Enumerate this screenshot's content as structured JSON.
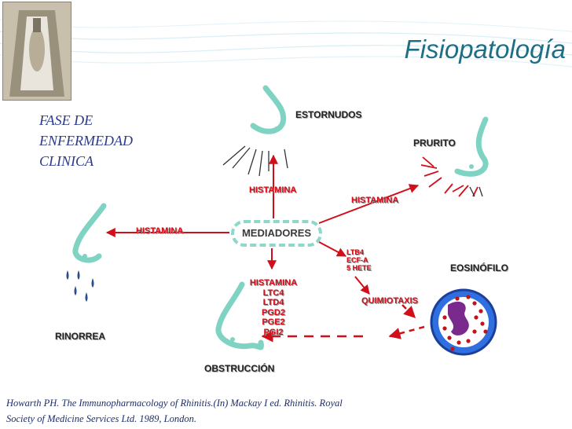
{
  "title": "Fisiopatología",
  "phase_label": [
    "FASE DE",
    "ENFERMEDAD",
    "CLINICA"
  ],
  "center": "MEDIADORES",
  "labels": {
    "estornudos": "ESTORNUDOS",
    "prurito": "PRURITO",
    "rinorrea": "RINORREA",
    "obstruccion": "OBSTRUCCIÓN",
    "eosinofilo": "EOSINÓFILO",
    "histamina_top": "HISTAMINA",
    "histamina_right": "HISTAMINA",
    "histamina_left": "HISTAMINA",
    "quimiotaxis": "QUIMIOTAXIS"
  },
  "bottom_mediators": [
    "HISTAMINA",
    "LTC4",
    "LTD4",
    "PGD2",
    "PGE2",
    "PGI2"
  ],
  "eosinophil_mediators": [
    "LTB4",
    "ECF-A",
    "5 HETE"
  ],
  "reference": [
    "Howarth PH. The Immunopharmacology of Rhinitis.(In) Mackay I ed. Rhinitis. Royal",
    "Society of Medicine Services Ltd. 1989, London."
  ],
  "colors": {
    "title": "#1e6f86",
    "arrow": "#d10f1a",
    "nose": "#7fd3c3",
    "phase_text": "#2b3a8c",
    "cell_fill": "#2f6fe0"
  }
}
